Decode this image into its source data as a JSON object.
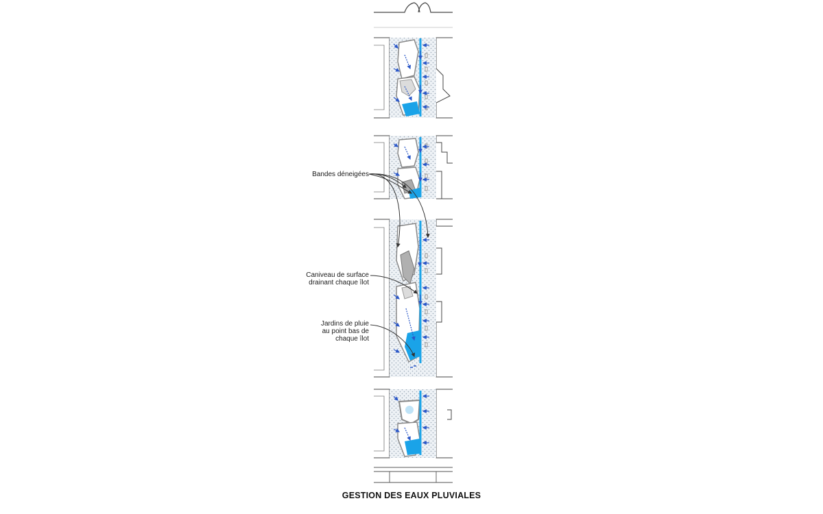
{
  "labels": {
    "snow_strips": "Bandes déneigées",
    "surface_gutter": [
      "Caniveau de surface",
      "drainant chaque îlot"
    ],
    "rain_gardens": [
      "Jardins de pluie",
      "au point bas de",
      "chaque îlot"
    ]
  },
  "caption": "GESTION DES EAUX PLUVIALES",
  "colors": {
    "water": "#1aa3e8",
    "water_light": "#bfe3f7",
    "arrow": "#2a57c8",
    "hatch": "#c8d2dc",
    "garden": "#8c8c8c",
    "line": "#444444"
  }
}
